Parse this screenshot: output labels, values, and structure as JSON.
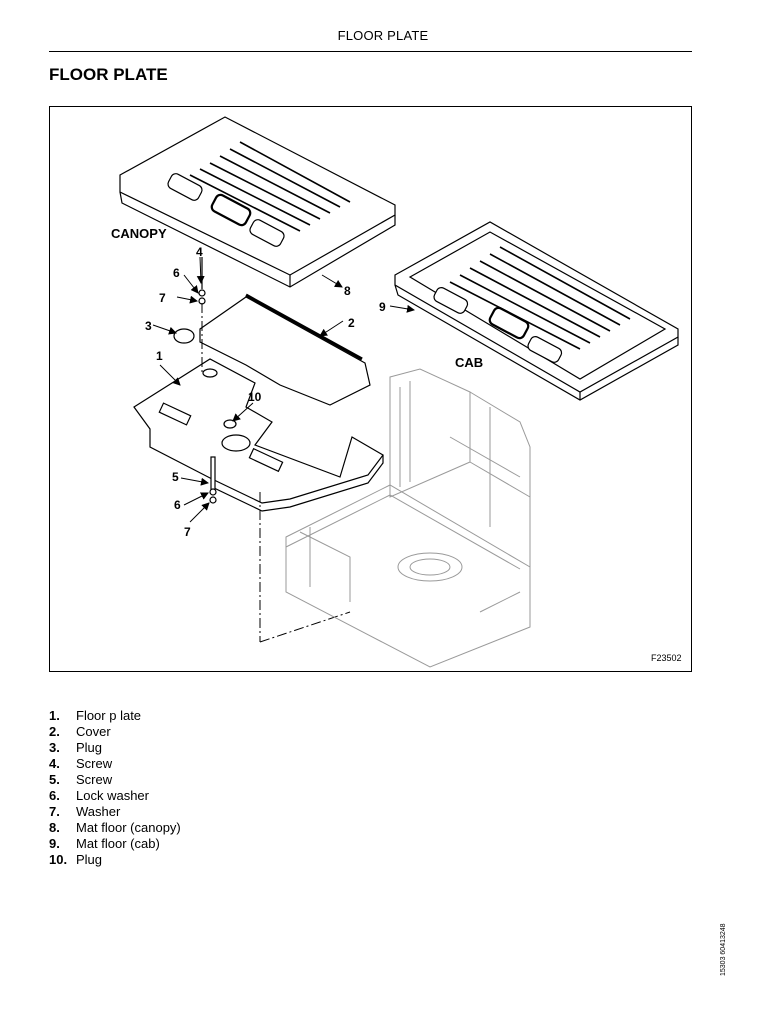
{
  "header": {
    "running_title": "FLOOR PLATE"
  },
  "section": {
    "title": "FLOOR PLATE"
  },
  "figure": {
    "code": "F23502",
    "labels": {
      "canopy": "CANOPY",
      "cab": "CAB",
      "n1": "1",
      "n2": "2",
      "n3": "3",
      "n4": "4",
      "n5": "5",
      "n6a": "6",
      "n6b": "6",
      "n7a": "7",
      "n7b": "7",
      "n8": "8",
      "n9": "9",
      "n10": "10"
    }
  },
  "legend": [
    {
      "num": "1.",
      "text": "Floor p late"
    },
    {
      "num": "2.",
      "text": "Cover"
    },
    {
      "num": "3.",
      "text": "Plug"
    },
    {
      "num": "4.",
      "text": "Screw"
    },
    {
      "num": "5.",
      "text": "Screw"
    },
    {
      "num": "6.",
      "text": "Lock washer"
    },
    {
      "num": "7.",
      "text": "Washer"
    },
    {
      "num": "8.",
      "text": "Mat floor (canopy)"
    },
    {
      "num": "9.",
      "text": "Mat floor (cab)"
    },
    {
      "num": "10.",
      "text": "Plug"
    }
  ],
  "footer": {
    "doc_code": "15303 60413248"
  }
}
